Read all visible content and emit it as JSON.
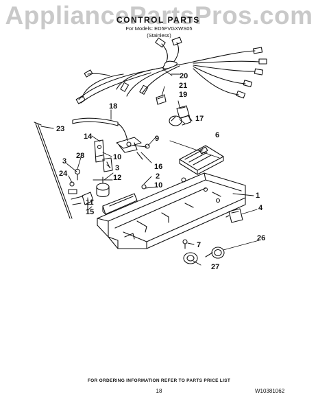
{
  "watermark": "AppliancePartsPros.com",
  "header": {
    "title": "CONTROL PARTS",
    "models": "For Models: ED5FVGXWS05",
    "finish": "(Stainless)"
  },
  "callouts": [
    "1",
    "2",
    "3",
    "3",
    "4",
    "6",
    "7",
    "9",
    "10",
    "10",
    "11",
    "12",
    "14",
    "15",
    "16",
    "17",
    "18",
    "19",
    "20",
    "21",
    "23",
    "24",
    "26",
    "27",
    "28"
  ],
  "footer": {
    "note": "FOR ORDERING INFORMATION REFER TO PARTS PRICE LIST",
    "page": "18",
    "doc_id": "W10381062"
  }
}
